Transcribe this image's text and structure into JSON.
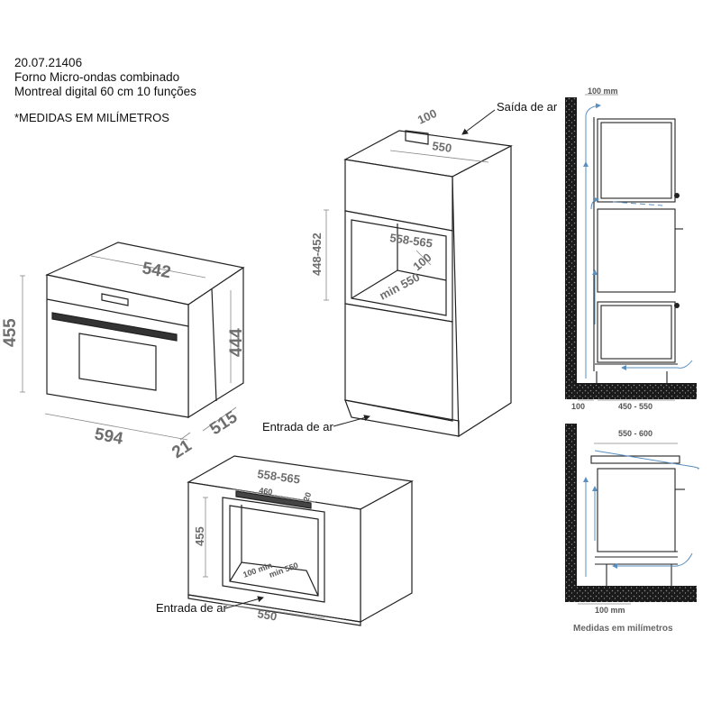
{
  "header": {
    "code": "20.07.21406",
    "line1": "Forno Micro-ondas combinado",
    "line2": "Montreal digital 60 cm 10 funções",
    "note": "*MEDIDAS EM MILÍMETROS"
  },
  "oven": {
    "depth_top": "542",
    "height_front": "455",
    "height_side": "444",
    "width": "594",
    "depth": "515",
    "front_thickness": "21"
  },
  "tall_cabinet": {
    "outlet_label": "Saída de ar",
    "gap_top": "100",
    "depth_top": "550",
    "niche_height": "448-452",
    "niche_width": "558-565",
    "rear_gap": "100",
    "min_depth": "min 550",
    "inlet_label": "Entrada de ar"
  },
  "base_cabinet": {
    "niche_width": "558-565",
    "inner_width": "460",
    "front_gap": "20",
    "height": "455",
    "rear_gap": "100 min",
    "min_depth": "min 550",
    "depth_bottom": "550",
    "inlet_label": "Entrada de ar"
  },
  "section_top": {
    "wall_gap": "100 mm",
    "floor_gap": "100",
    "depth_range": "450 - 550"
  },
  "section_bottom": {
    "depth_range": "550 - 600",
    "floor_gap": "100 mm",
    "footer": "Medidas em milímetros"
  },
  "colors": {
    "line": "#222222",
    "dimension": "#6e6e6e",
    "arrow": "#5a8fc0"
  }
}
